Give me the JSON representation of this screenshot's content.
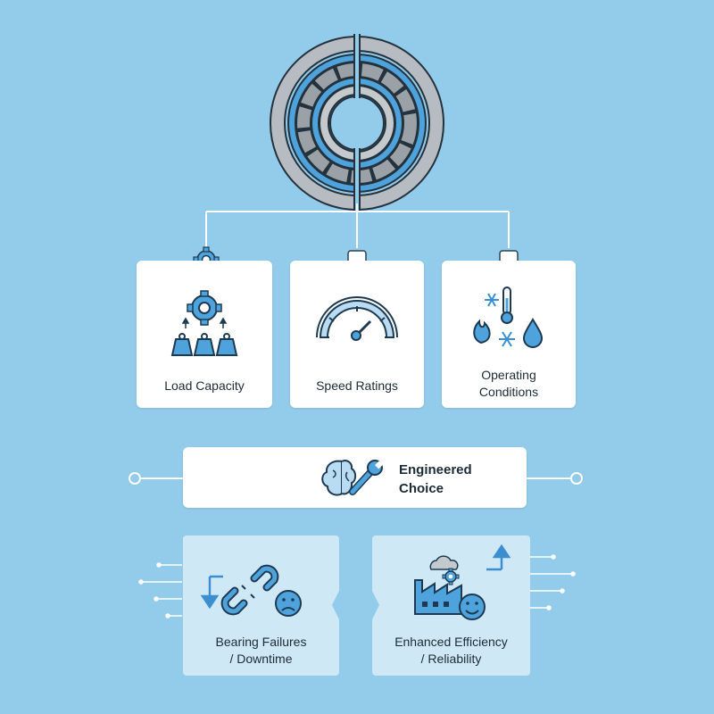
{
  "factors": [
    {
      "label": "Load Capacity",
      "icon": "load-capacity-icon"
    },
    {
      "label": "Speed Ratings",
      "icon": "speedometer-icon"
    },
    {
      "label_line1": "Operating",
      "label_line2": "Conditions",
      "icon": "operating-conditions-icon"
    }
  ],
  "decision": {
    "line1": "Engineered",
    "line2": "Choice",
    "icon": "brain-wrench-icon"
  },
  "outcomes": [
    {
      "line1": "Bearing Failures",
      "line2": "/ Downtime",
      "icon": "broken-chain-sad-icon",
      "trend": "down"
    },
    {
      "line1": "Enhanced Efficiency",
      "line2": "/ Reliability",
      "icon": "factory-happy-icon",
      "trend": "up"
    }
  ],
  "colors": {
    "background": "#93cbea",
    "accent": "#3b8fd1",
    "outline": "#1d3a52",
    "bearing_gray": "#a9afb5"
  }
}
